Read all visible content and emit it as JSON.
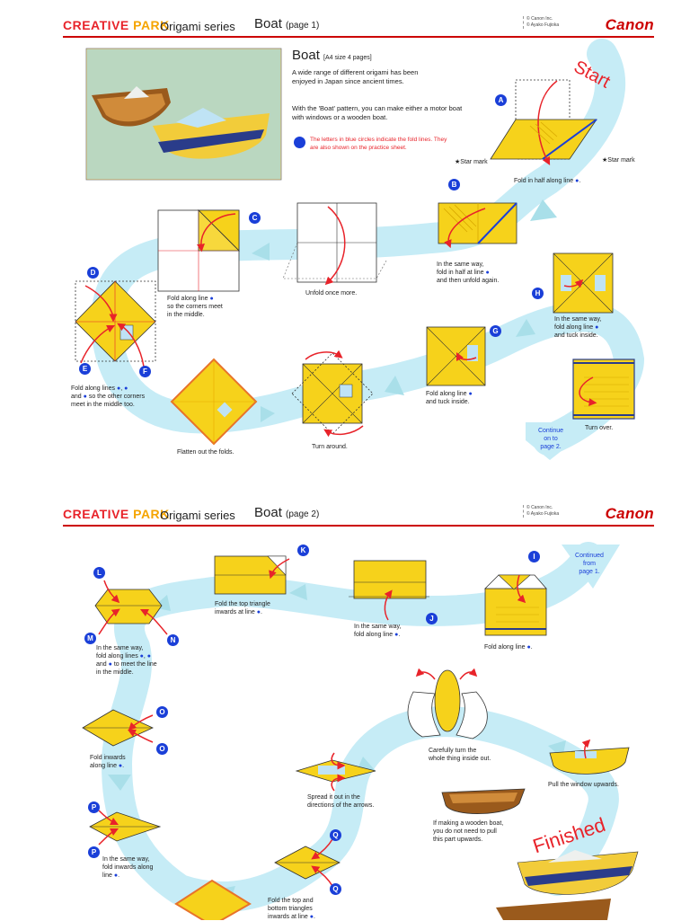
{
  "page1": {
    "header": {
      "brand_a": "CREATIVE",
      "brand_b": "PARK",
      "series": "Origami series",
      "title": "Boat",
      "page": "(page 1)",
      "copy1": "© Canon Inc.",
      "copy2": "© Ayako Fujioka",
      "logo": "Canon"
    },
    "boat_title": "Boat",
    "boat_size": "[A4 size 4 pages]",
    "intro1": "A wide range of different origami has been enjoyed in Japan since ancient times.",
    "intro2": "With the 'Boat' pattern, you can make either a motor boat with windows or a wooden boat.",
    "note": "The letters in blue circles indicate the fold lines. They are also shown on the practice sheet.",
    "start": "Start",
    "star_mark": "Star mark",
    "steps": {
      "s1": "Fold in half along line",
      "s2a": "In the same way,",
      "s2b": "fold in half at line",
      "s2c": "and then unfold again.",
      "s3": "Unfold once more.",
      "s4a": "Fold along line",
      "s4b": "so the corners meet",
      "s4c": "in the middle.",
      "s5a": "Fold along lines",
      "s5b": "and",
      "s5c": "so the other corners",
      "s5d": "meet in the middle too.",
      "s6": "Flatten out the folds.",
      "s7": "Turn around.",
      "s8a": "Fold along line",
      "s8b": "and tuck inside.",
      "s9a": "In the same way,",
      "s9b": "fold along line",
      "s9c": "and tuck inside.",
      "s10": "Turn over.",
      "cont_a": "Continue",
      "cont_b": "on to",
      "cont_c": "page 2."
    },
    "labels": {
      "A": "A",
      "B": "B",
      "C": "C",
      "D": "D",
      "E": "E",
      "F": "F",
      "G": "G",
      "H": "H"
    }
  },
  "page2": {
    "header": {
      "brand_a": "CREATIVE",
      "brand_b": "PARK",
      "series": "Origami series",
      "title": "Boat",
      "page": "(page 2)",
      "copy1": "© Canon Inc.",
      "copy2": "© Ayako Fujioka",
      "logo": "Canon"
    },
    "cont_a": "Continued",
    "cont_b": "from",
    "cont_c": "page 1.",
    "steps": {
      "i": "Fold along line",
      "j_a": "In the same way,",
      "j_b": "fold along line",
      "k_a": "Fold the top triangle",
      "k_b": "inwards at line",
      "lmn_a": "In the same way,",
      "lmn_b": "fold along lines",
      "lmn_c": "and",
      "lmn_d": "to meet the line",
      "lmn_e": "in the middle.",
      "o_a": "Fold inwards",
      "o_b": "along line",
      "p_a": "In the same way,",
      "p_b": "fold inwards along",
      "p_c": "line",
      "q_a": "Fold the top and",
      "q_b": "bottom triangles",
      "q_c": "inwards at line",
      "spread_a": "Spread it out in the",
      "spread_b": "directions of the arrows.",
      "turn_a": "Carefully turn the",
      "turn_b": "whole thing inside out.",
      "window": "Pull the window upwards.",
      "wood_a": "If making a wooden boat,",
      "wood_b": "you do not need to pull",
      "wood_c": "this part upwards.",
      "finished": "Finished"
    },
    "labels": {
      "I": "I",
      "J": "J",
      "K": "K",
      "L": "L",
      "M": "M",
      "N": "N",
      "O": "O",
      "P": "P",
      "Q": "Q"
    }
  }
}
